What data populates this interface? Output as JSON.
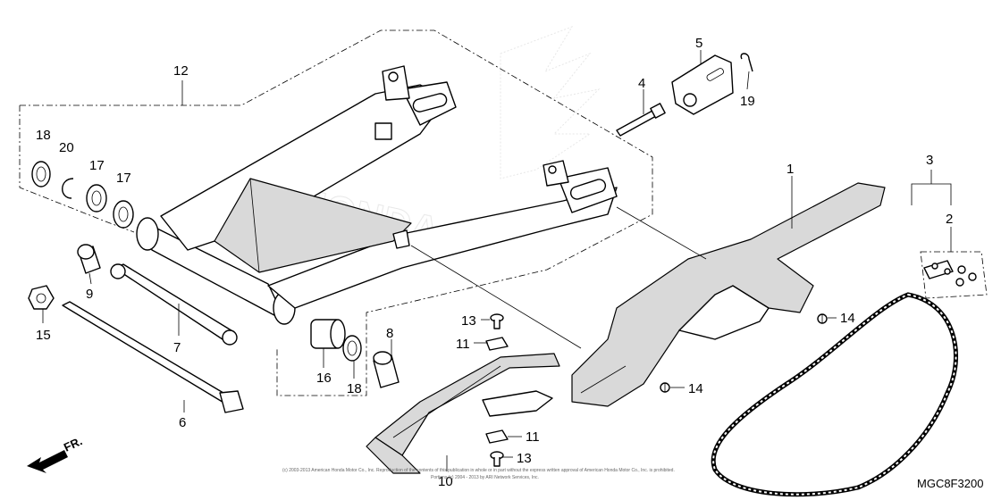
{
  "callouts": {
    "c1": "1",
    "c2": "2",
    "c3": "3",
    "c4": "4",
    "c5": "5",
    "c6": "6",
    "c7": "7",
    "c8": "8",
    "c9": "9",
    "c10": "10",
    "c11a": "11",
    "c11b": "11",
    "c12": "12",
    "c13a": "13",
    "c13b": "13",
    "c14a": "14",
    "c14b": "14",
    "c15": "15",
    "c16": "16",
    "c17a": "17",
    "c17b": "17",
    "c18a": "18",
    "c18b": "18",
    "c19": "19",
    "c20": "20"
  },
  "diagram_code": "MGC8F3200",
  "direction_label": "FR.",
  "copyright": {
    "line1": "(c) 2003-2013 American Honda Motor Co., Inc. Reproduction of the contents of this publication in whole or in part without the express written approval of American Honda Motor Co., Inc. is prohibited.",
    "line2": "Portions (c) 2004 - 2013 by ARI Network Services, Inc."
  },
  "watermark": "HONDA",
  "colors": {
    "ink": "#000000",
    "part_fill": "#ffffff",
    "shade": "#d9d9d9",
    "watermark": "#bbbbbb"
  }
}
